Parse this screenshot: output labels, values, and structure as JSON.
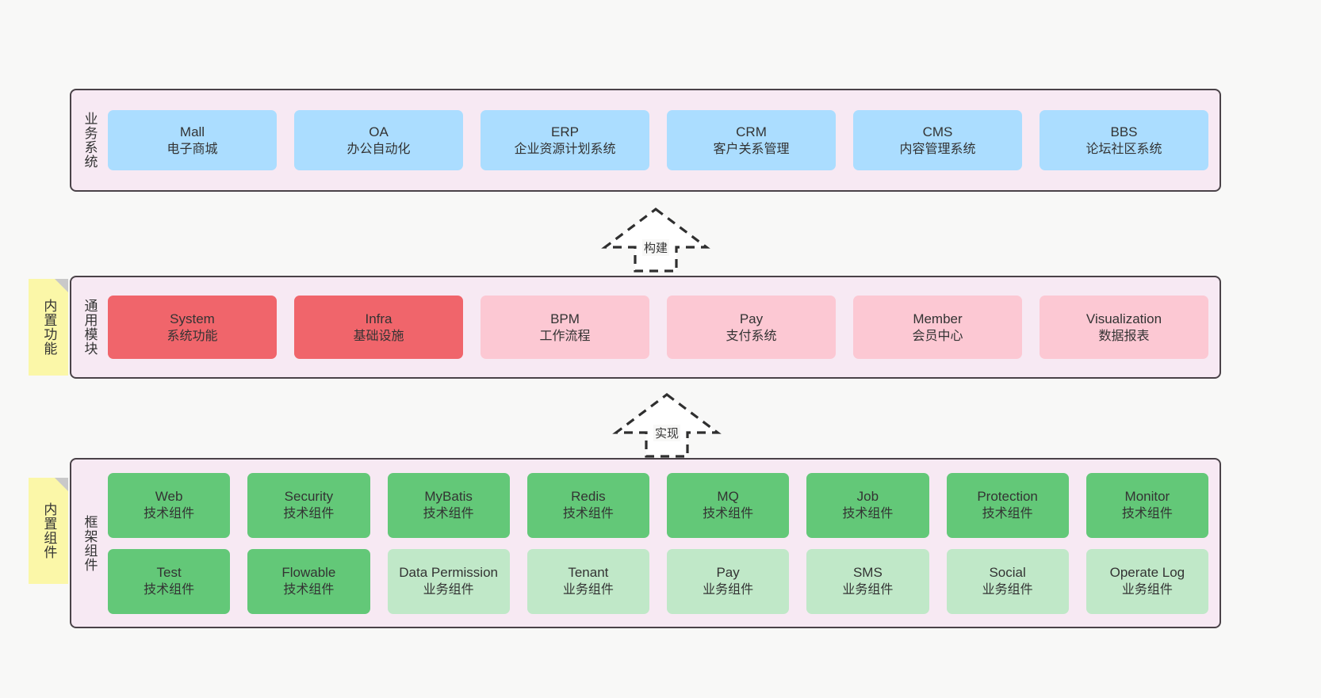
{
  "diagram": {
    "title_hidden": "",
    "background": "#f8f8f7",
    "panel_fill": "#f7e9f3",
    "panel_border": "#4a4248",
    "note_fill": "#fbf7a8",
    "note_fold": "#c9c9c9"
  },
  "layers": [
    {
      "id": "business-systems",
      "label": "业务系统",
      "note": null,
      "rows": [
        {
          "items": [
            {
              "en": "Mall",
              "cn": "电子商城",
              "color": "#abddff",
              "style": "blue"
            },
            {
              "en": "OA",
              "cn": "办公自动化",
              "color": "#abddff",
              "style": "blue"
            },
            {
              "en": "ERP",
              "cn": "企业资源计划系统",
              "color": "#abddff",
              "style": "blue"
            },
            {
              "en": "CRM",
              "cn": "客户关系管理",
              "color": "#abddff",
              "style": "blue"
            },
            {
              "en": "CMS",
              "cn": "内容管理系统",
              "color": "#abddff",
              "style": "blue"
            },
            {
              "en": "BBS",
              "cn": "论坛社区系统",
              "color": "#abddff",
              "style": "blue"
            }
          ]
        }
      ]
    },
    {
      "id": "common-modules",
      "label": "通用模块",
      "note": "内置功能",
      "rows": [
        {
          "items": [
            {
              "en": "System",
              "cn": "系统功能",
              "color": "#f0656b",
              "style": "red"
            },
            {
              "en": "Infra",
              "cn": "基础设施",
              "color": "#f0656b",
              "style": "red"
            },
            {
              "en": "BPM",
              "cn": "工作流程",
              "color": "#fcc8d3",
              "style": "pinklight"
            },
            {
              "en": "Pay",
              "cn": "支付系统",
              "color": "#fcc8d3",
              "style": "pinklight"
            },
            {
              "en": "Member",
              "cn": "会员中心",
              "color": "#fcc8d3",
              "style": "pinklight"
            },
            {
              "en": "Visualization",
              "cn": "数据报表",
              "color": "#fcc8d3",
              "style": "pinklight"
            }
          ]
        }
      ]
    },
    {
      "id": "framework-components",
      "label": "框架组件",
      "note": "内置组件",
      "rows": [
        {
          "items": [
            {
              "en": "Web",
              "cn": "技术组件",
              "color": "#63c878",
              "style": "green"
            },
            {
              "en": "Security",
              "cn": "技术组件",
              "color": "#63c878",
              "style": "green"
            },
            {
              "en": "MyBatis",
              "cn": "技术组件",
              "color": "#63c878",
              "style": "green"
            },
            {
              "en": "Redis",
              "cn": "技术组件",
              "color": "#63c878",
              "style": "green"
            },
            {
              "en": "MQ",
              "cn": "技术组件",
              "color": "#63c878",
              "style": "green"
            },
            {
              "en": "Job",
              "cn": "技术组件",
              "color": "#63c878",
              "style": "green"
            },
            {
              "en": "Protection",
              "cn": "技术组件",
              "color": "#63c878",
              "style": "green"
            },
            {
              "en": "Monitor",
              "cn": "技术组件",
              "color": "#63c878",
              "style": "green"
            }
          ]
        },
        {
          "items": [
            {
              "en": "Test",
              "cn": "技术组件",
              "color": "#63c878",
              "style": "green"
            },
            {
              "en": "Flowable",
              "cn": "技术组件",
              "color": "#63c878",
              "style": "green"
            },
            {
              "en": "Data Permission",
              "cn": "业务组件",
              "color": "#c0e8c8",
              "style": "greenlight"
            },
            {
              "en": "Tenant",
              "cn": "业务组件",
              "color": "#c0e8c8",
              "style": "greenlight"
            },
            {
              "en": "Pay",
              "cn": "业务组件",
              "color": "#c0e8c8",
              "style": "greenlight"
            },
            {
              "en": "SMS",
              "cn": "业务组件",
              "color": "#c0e8c8",
              "style": "greenlight"
            },
            {
              "en": "Social",
              "cn": "业务组件",
              "color": "#c0e8c8",
              "style": "greenlight"
            },
            {
              "en": "Operate Log",
              "cn": "业务组件",
              "color": "#c0e8c8",
              "style": "greenlight"
            }
          ]
        }
      ]
    }
  ],
  "connectors": [
    {
      "id": "build",
      "label": "构建",
      "from": "common-modules",
      "to": "business-systems",
      "style": "dashed-hollow-triangle-up"
    },
    {
      "id": "implement",
      "label": "实现",
      "from": "framework-components",
      "to": "common-modules",
      "style": "dashed-hollow-triangle-up"
    }
  ]
}
